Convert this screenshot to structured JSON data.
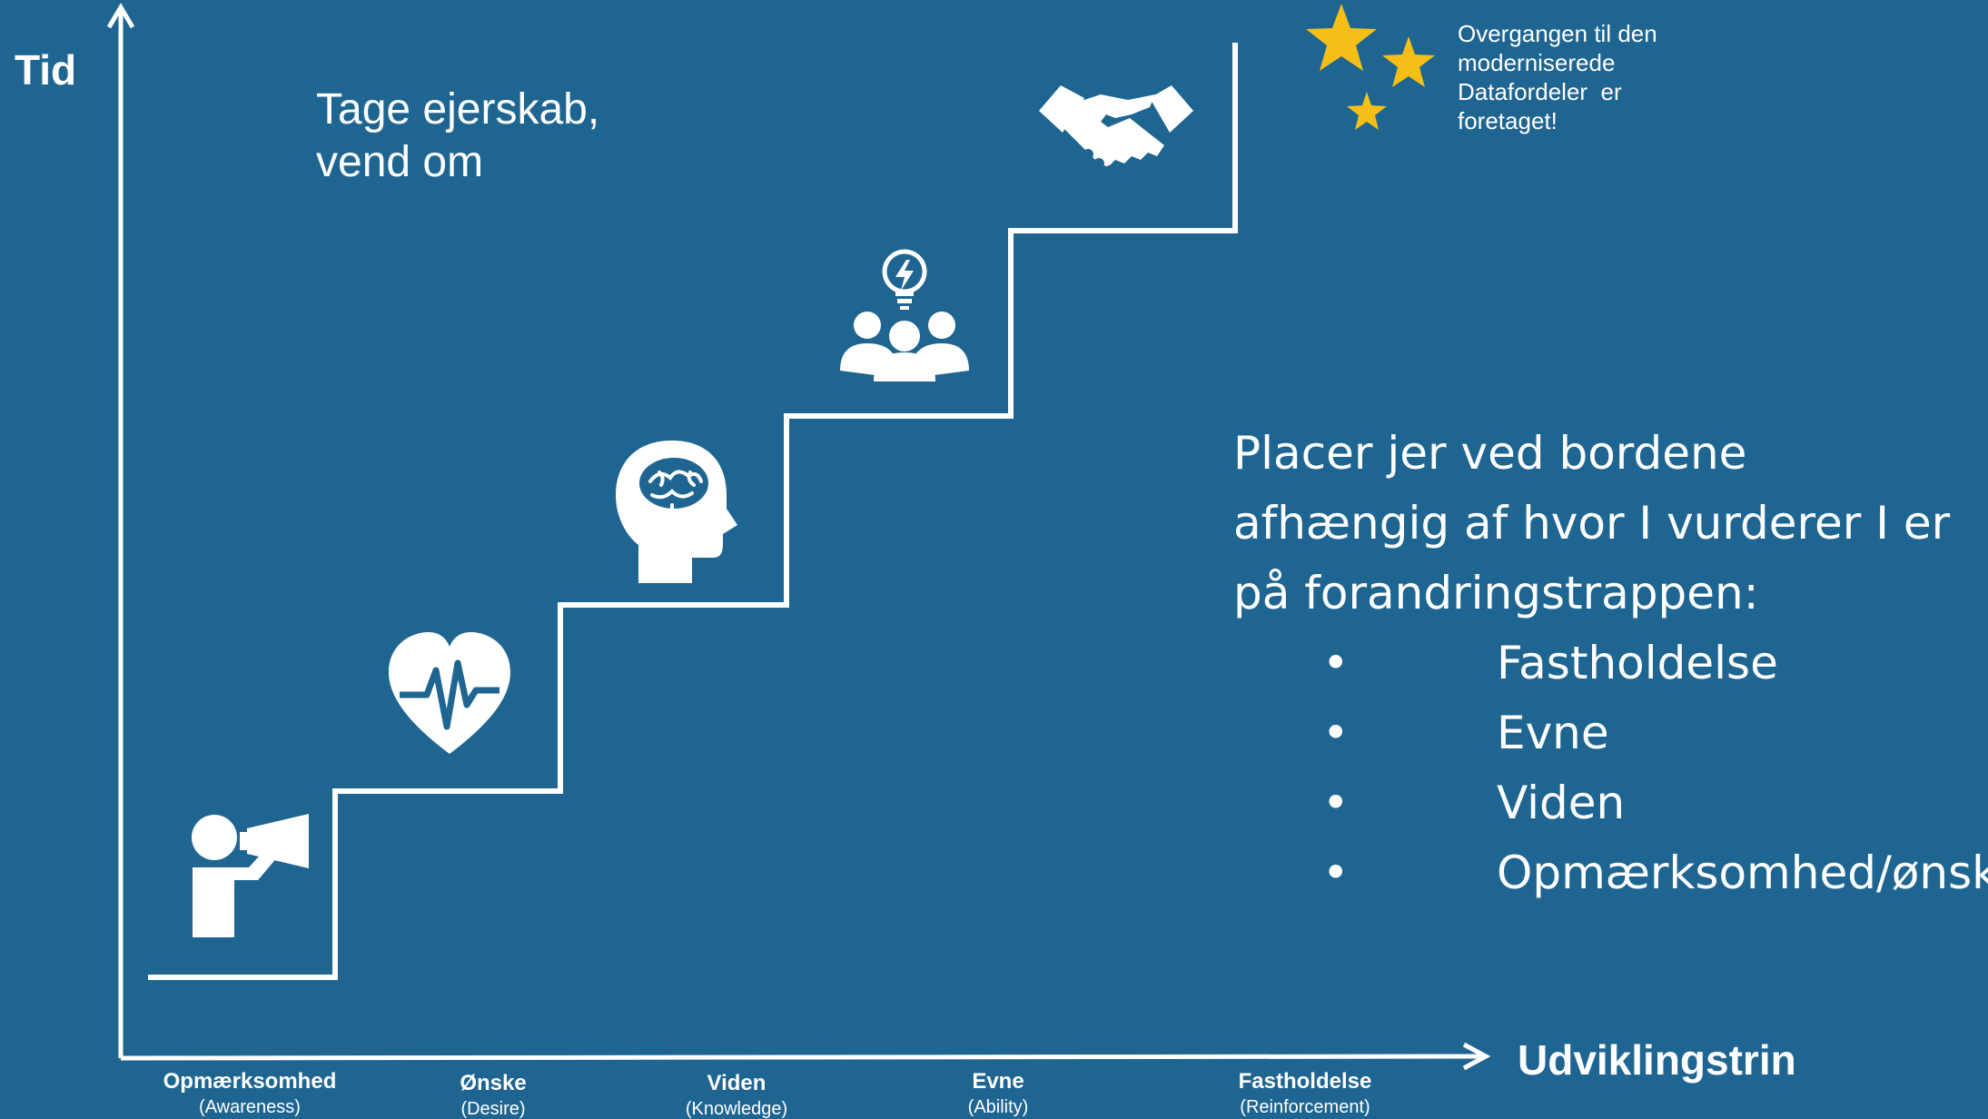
{
  "axes": {
    "y_label": "Tid",
    "x_label": "Udviklingstrin"
  },
  "stages": [
    {
      "name": "Opmærksomhed",
      "sub": "(Awareness)",
      "icon": "megaphone-person-icon"
    },
    {
      "name": "Ønske",
      "sub": "(Desire)",
      "icon": "heart-pulse-icon"
    },
    {
      "name": "Viden",
      "sub": "(Knowledge)",
      "icon": "brain-head-icon"
    },
    {
      "name": "Evne",
      "sub": "(Ability)",
      "icon": "team-idea-icon"
    },
    {
      "name": "Fastholdelse",
      "sub": "(Reinforcement)",
      "icon": "handshake-icon"
    }
  ],
  "tage_text": {
    "line1": "Tage ejerskab,",
    "line2": "vend om"
  },
  "stars_note": {
    "line1": "Overgangen til den",
    "line2": "moderniserede",
    "line3": "Datafordeler  er",
    "line4": "foretaget!"
  },
  "instructions": {
    "line1": "Placer jer ved bordene",
    "line2": "afhængig af hvor I vurderer I er",
    "line3": "på forandringstrappen:",
    "bullets": [
      "Fastholdelse",
      "Evne",
      "Viden",
      "Opmærksomhed/ønske"
    ]
  },
  "colors": {
    "background": "#1f6591",
    "foreground": "#ffffff",
    "star": "#f5bf18"
  }
}
